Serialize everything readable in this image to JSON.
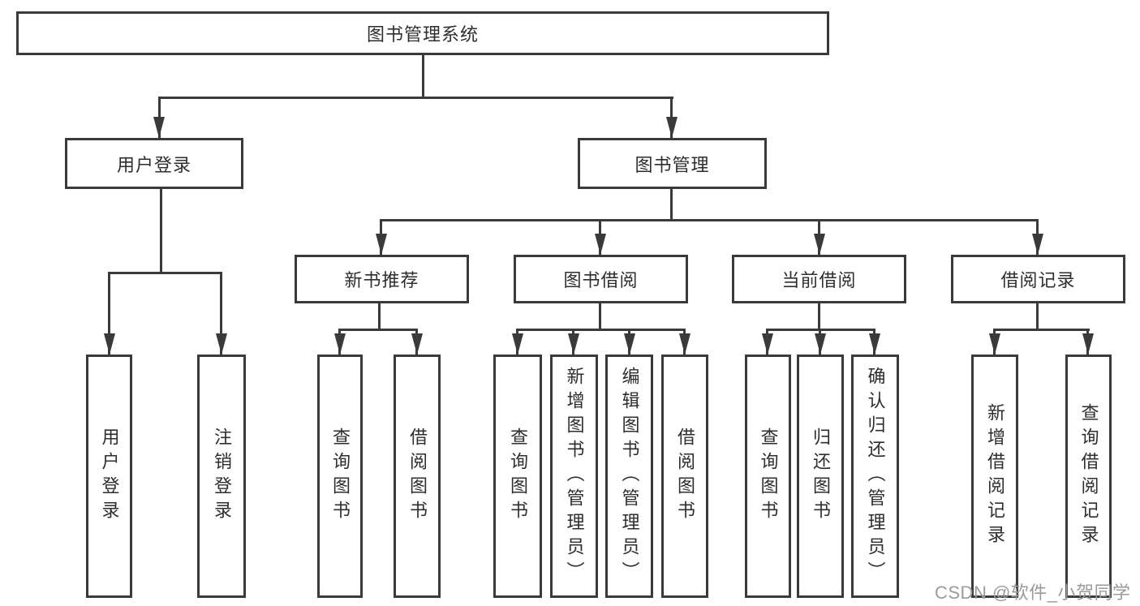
{
  "diagram": {
    "type": "tree",
    "root": {
      "label": "图书管理系统"
    },
    "branches": [
      {
        "label": "用户登录",
        "children": [
          {
            "label": "用户登录"
          },
          {
            "label": "注销登录"
          }
        ]
      },
      {
        "label": "图书管理",
        "children": [
          {
            "label": "新书推荐",
            "children": [
              {
                "label": "查询图书"
              },
              {
                "label": "借阅图书"
              }
            ]
          },
          {
            "label": "图书借阅",
            "children": [
              {
                "label": "查询图书"
              },
              {
                "label": "新增图书（管理员）"
              },
              {
                "label": "编辑图书（管理员）"
              },
              {
                "label": "借阅图书"
              }
            ]
          },
          {
            "label": "当前借阅",
            "children": [
              {
                "label": "查询图书"
              },
              {
                "label": "归还图书"
              },
              {
                "label": "确认归还（管理员）"
              }
            ]
          },
          {
            "label": "借阅记录",
            "children": [
              {
                "label": "新增借阅记录"
              },
              {
                "label": "查询借阅记录"
              }
            ]
          }
        ]
      }
    ]
  },
  "watermark": {
    "text": "CSDN @软件_小贺同学"
  },
  "colors": {
    "border": "#3a3a3a",
    "line": "#3a3a3a",
    "text": "#2e2e2e",
    "watermark": "#9b9b9b",
    "background": "#ffffff"
  }
}
